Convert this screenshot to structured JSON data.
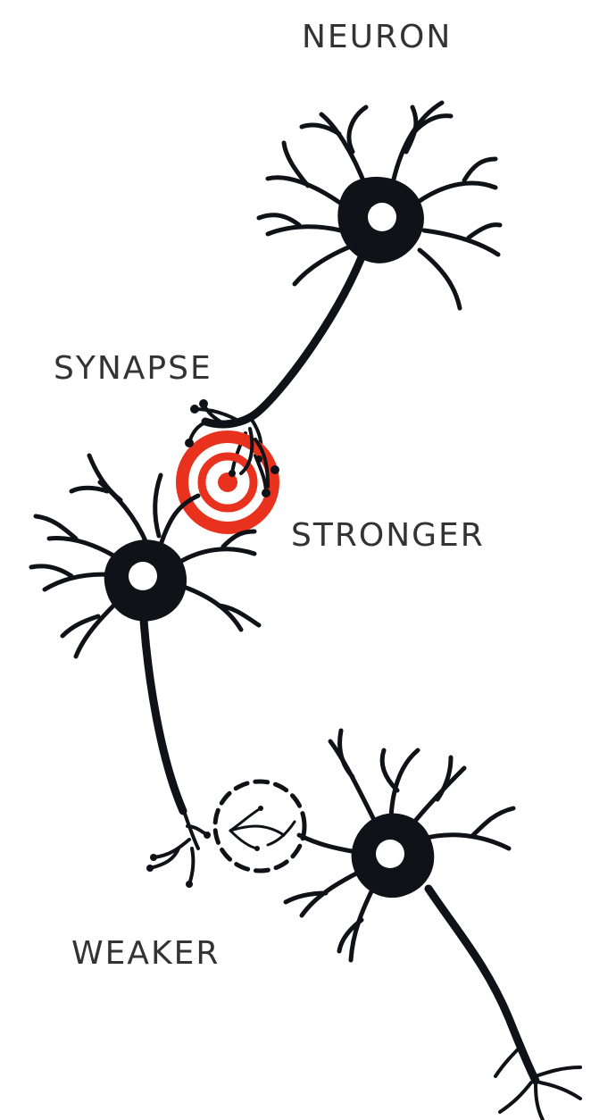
{
  "labels": {
    "neuron": "NEURON",
    "synapse": "SYNAPSE",
    "stronger": "STRONGER",
    "weaker": "WEAKER"
  },
  "colors": {
    "neuron": "#0f1318",
    "strong_synapse": "#e8321e",
    "text": "#333333",
    "background": "#ffffff"
  }
}
